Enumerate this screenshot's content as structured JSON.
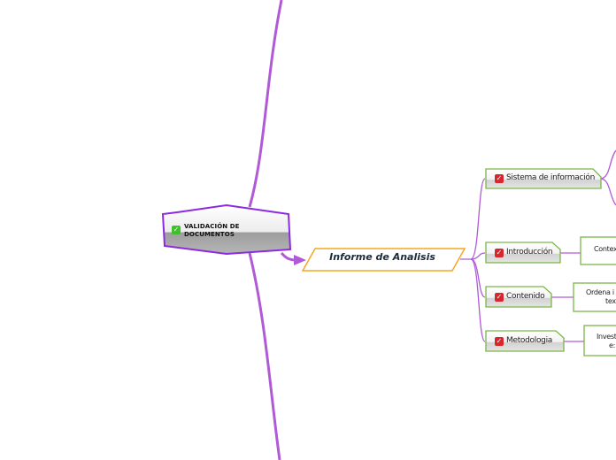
{
  "root": {
    "label_line1": "VALIDACIÓN DE",
    "label_line2": "DOCUMENTOS",
    "check": "✓"
  },
  "central": {
    "label": "Informe de Analisis"
  },
  "topics": [
    {
      "label": "Sistema de información",
      "check": "✓"
    },
    {
      "label": "Introducción",
      "check": "✓"
    },
    {
      "label": "Contenido",
      "check": "✓"
    },
    {
      "label": "Metodologia",
      "check": "✓"
    }
  ],
  "subtopics": [
    {
      "line1": "Contex",
      "line2": ""
    },
    {
      "line1": "Ordena i",
      "line2": "tex"
    },
    {
      "line1": "Investi",
      "line2": "e:"
    }
  ],
  "colors": {
    "branch": "#b05ad8",
    "root_border": "#8a2be2",
    "central_border": "#f5a623",
    "topic_border": "#7ab648",
    "sub_border": "#7ab648"
  }
}
